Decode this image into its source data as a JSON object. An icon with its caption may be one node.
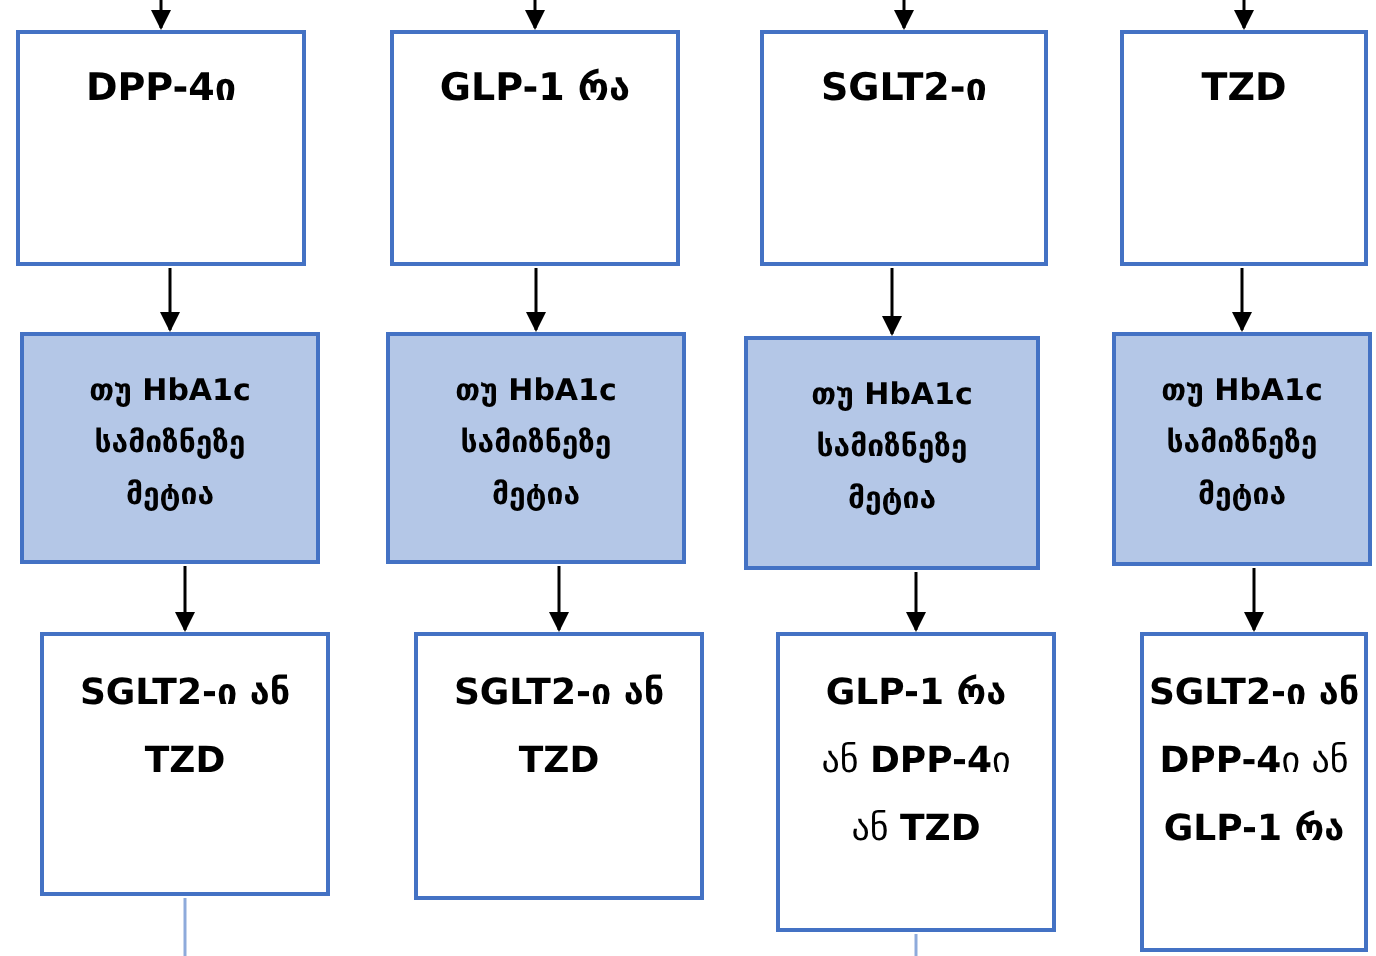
{
  "diagram": {
    "nodes": [
      {
        "text": [
          "DPP-4ი"
        ]
      },
      {
        "text": [
          "GLP-1 რა"
        ]
      },
      {
        "text": [
          "SGLT2-ი"
        ]
      },
      {
        "text": [
          "TZD"
        ]
      },
      {
        "text": [
          "თუ HbA1c სამიზნეზე მეტია"
        ]
      },
      {
        "text": [
          "თუ HbA1c სამიზნეზე მეტია"
        ]
      },
      {
        "text": [
          "თუ HbA1c სამიზნეზე მეტია"
        ]
      },
      {
        "text": [
          "თუ HbA1c სამიზნეზე მეტია"
        ]
      },
      {
        "text": [
          "SGLT2-ი ან TZD"
        ]
      },
      {
        "text": [
          "SGLT2-ი ან TZD"
        ]
      },
      {
        "text": [
          "**GLP-1 რა** ან **DPP-4**ი ან **TZD**"
        ]
      },
      {
        "text": [
          "**SGLT2-ი ან DPP-4**ი ან **GLP-1 რა**"
        ]
      }
    ],
    "edges": [
      {
        "from": null,
        "to": 0,
        "arrow": "to"
      },
      {
        "from": null,
        "to": 1,
        "arrow": "to"
      },
      {
        "from": null,
        "to": 2,
        "arrow": "to"
      },
      {
        "from": null,
        "to": 3,
        "arrow": "to"
      },
      {
        "from": 0,
        "to": 4,
        "arrow": "to"
      },
      {
        "from": 1,
        "to": 5,
        "arrow": "to"
      },
      {
        "from": 2,
        "to": 6,
        "arrow": "to"
      },
      {
        "from": 3,
        "to": 7,
        "arrow": "to"
      },
      {
        "from": 4,
        "to": 8,
        "arrow": "to"
      },
      {
        "from": 5,
        "to": 9,
        "arrow": "to"
      },
      {
        "from": 6,
        "to": 10,
        "arrow": "to"
      },
      {
        "from": 7,
        "to": 11,
        "arrow": "to"
      },
      {
        "from": 8,
        "to": null,
        "arrow": "none",
        "color": "#8eaadb"
      },
      {
        "from": 10,
        "to": null,
        "arrow": "none",
        "color": "#8eaadb"
      }
    ]
  }
}
